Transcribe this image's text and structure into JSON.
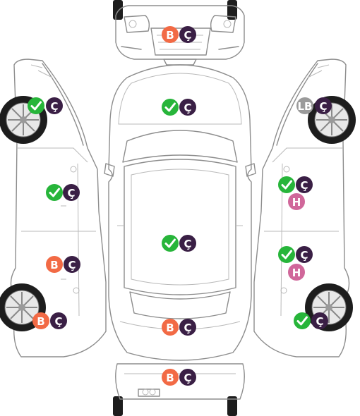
{
  "colors": {
    "ok": "#27b53a",
    "c_badge": "#3a1f45",
    "b_badge": "#f26a45",
    "h_badge": "#d0679a",
    "lb_badge": "#9a9a9a"
  },
  "icons": {
    "ok": "check-icon"
  },
  "badge_text": {
    "c": "Ç",
    "b": "B",
    "h": "H",
    "lb": "LB"
  },
  "panels": [
    {
      "id": "front-bumper",
      "marks": [
        "b",
        "c"
      ]
    },
    {
      "id": "hood",
      "marks": [
        "ok",
        "c"
      ]
    },
    {
      "id": "left-front-fender",
      "marks": [
        "ok",
        "c"
      ]
    },
    {
      "id": "left-front-door",
      "marks": [
        "ok",
        "c"
      ]
    },
    {
      "id": "roof",
      "marks": [
        "ok",
        "c"
      ]
    },
    {
      "id": "left-rear-door",
      "marks": [
        "b",
        "c"
      ]
    },
    {
      "id": "left-rear-fender",
      "marks": [
        "b",
        "c"
      ]
    },
    {
      "id": "trunk",
      "marks": [
        "b",
        "c"
      ]
    },
    {
      "id": "rear-bumper",
      "marks": [
        "b",
        "c"
      ]
    },
    {
      "id": "right-front-fender",
      "marks": [
        "lb",
        "c"
      ]
    },
    {
      "id": "right-front-door",
      "marks": [
        "ok",
        "c",
        "h"
      ]
    },
    {
      "id": "right-rear-door",
      "marks": [
        "ok",
        "c",
        "h"
      ]
    },
    {
      "id": "right-rear-fender",
      "marks": [
        "ok",
        "c"
      ]
    }
  ]
}
